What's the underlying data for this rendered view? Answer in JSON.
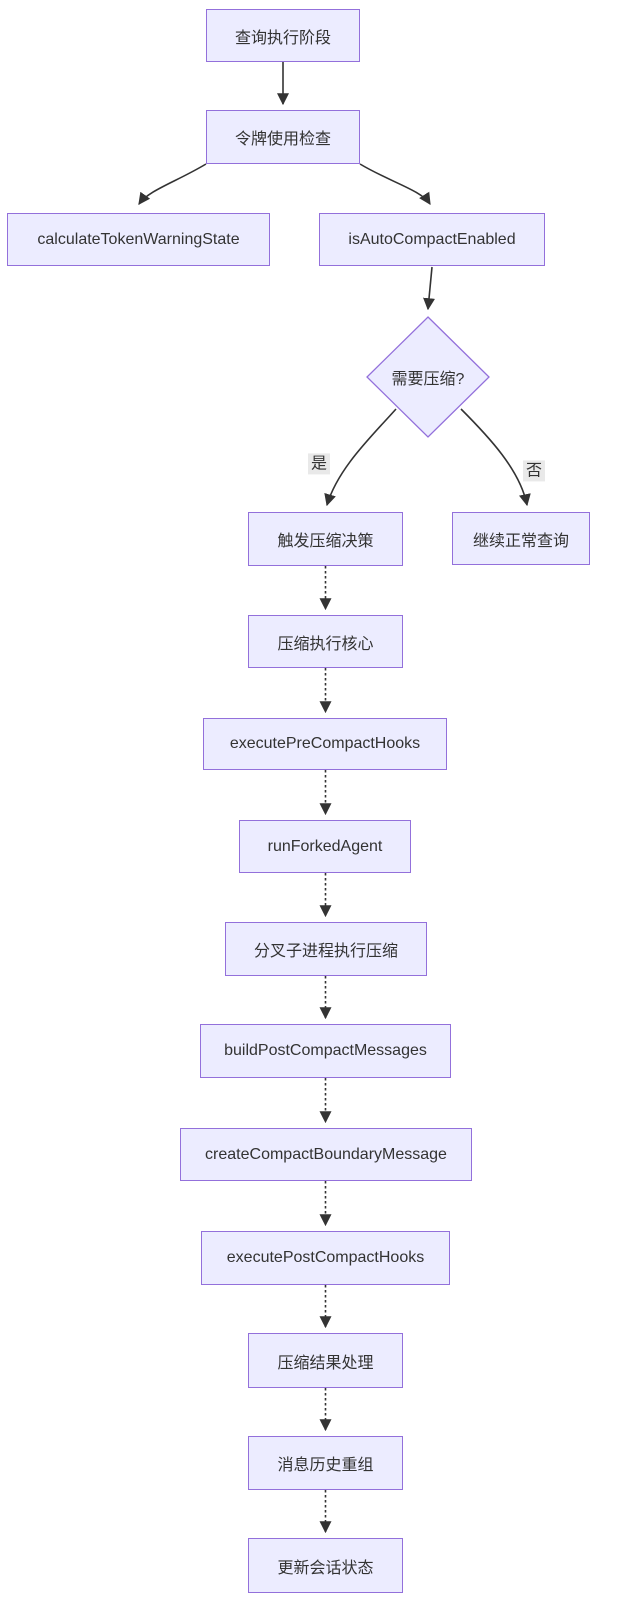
{
  "diagram": {
    "type": "flowchart",
    "direction": "top-down",
    "colors": {
      "node_fill": "#ECECFF",
      "node_border": "#9370DB",
      "edge": "#333333",
      "text": "#333333",
      "edge_label_bg": "#E8E8E8",
      "background": "#FFFFFF"
    },
    "nodes": {
      "query_phase": {
        "label": "查询执行阶段",
        "shape": "rect"
      },
      "token_check": {
        "label": "令牌使用检查",
        "shape": "rect"
      },
      "calculate_token_warning_state": {
        "label": "calculateTokenWarningState",
        "shape": "rect"
      },
      "is_auto_compact_enabled": {
        "label": "isAutoCompactEnabled",
        "shape": "rect"
      },
      "need_compact": {
        "label": "需要压缩?",
        "shape": "diamond"
      },
      "trigger_decision": {
        "label": "触发压缩决策",
        "shape": "rect"
      },
      "continue_query": {
        "label": "继续正常查询",
        "shape": "rect"
      },
      "compact_core": {
        "label": "压缩执行核心",
        "shape": "rect"
      },
      "execute_pre_compact_hooks": {
        "label": "executePreCompactHooks",
        "shape": "rect"
      },
      "run_forked_agent": {
        "label": "runForkedAgent",
        "shape": "rect"
      },
      "fork_compress": {
        "label": "分叉子进程执行压缩",
        "shape": "rect"
      },
      "build_post_compact_messages": {
        "label": "buildPostCompactMessages",
        "shape": "rect"
      },
      "create_compact_boundary_message": {
        "label": "createCompactBoundaryMessage",
        "shape": "rect"
      },
      "execute_post_compact_hooks": {
        "label": "executePostCompactHooks",
        "shape": "rect"
      },
      "compact_result_handling": {
        "label": "压缩结果处理",
        "shape": "rect"
      },
      "message_history_rebuild": {
        "label": "消息历史重组",
        "shape": "rect"
      },
      "update_session_state": {
        "label": "更新会话状态",
        "shape": "rect"
      }
    },
    "edges": [
      {
        "from": "query_phase",
        "to": "token_check",
        "style": "solid",
        "label": ""
      },
      {
        "from": "token_check",
        "to": "calculate_token_warning_state",
        "style": "solid",
        "label": ""
      },
      {
        "from": "token_check",
        "to": "is_auto_compact_enabled",
        "style": "solid",
        "label": ""
      },
      {
        "from": "is_auto_compact_enabled",
        "to": "need_compact",
        "style": "solid",
        "label": ""
      },
      {
        "from": "need_compact",
        "to": "trigger_decision",
        "style": "solid",
        "label": "是"
      },
      {
        "from": "need_compact",
        "to": "continue_query",
        "style": "solid",
        "label": "否"
      },
      {
        "from": "trigger_decision",
        "to": "compact_core",
        "style": "dotted",
        "label": ""
      },
      {
        "from": "compact_core",
        "to": "execute_pre_compact_hooks",
        "style": "dotted",
        "label": ""
      },
      {
        "from": "execute_pre_compact_hooks",
        "to": "run_forked_agent",
        "style": "dotted",
        "label": ""
      },
      {
        "from": "run_forked_agent",
        "to": "fork_compress",
        "style": "dotted",
        "label": ""
      },
      {
        "from": "fork_compress",
        "to": "build_post_compact_messages",
        "style": "dotted",
        "label": ""
      },
      {
        "from": "build_post_compact_messages",
        "to": "create_compact_boundary_message",
        "style": "dotted",
        "label": ""
      },
      {
        "from": "create_compact_boundary_message",
        "to": "execute_post_compact_hooks",
        "style": "dotted",
        "label": ""
      },
      {
        "from": "execute_post_compact_hooks",
        "to": "compact_result_handling",
        "style": "dotted",
        "label": ""
      },
      {
        "from": "compact_result_handling",
        "to": "message_history_rebuild",
        "style": "dotted",
        "label": ""
      },
      {
        "from": "message_history_rebuild",
        "to": "update_session_state",
        "style": "dotted",
        "label": ""
      }
    ]
  }
}
